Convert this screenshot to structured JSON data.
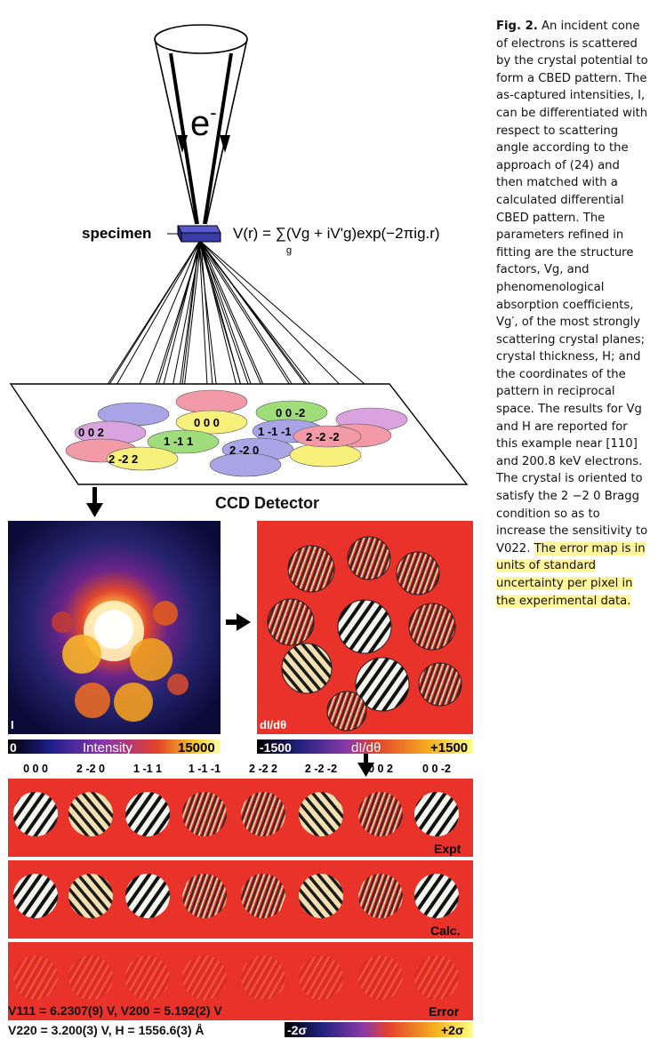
{
  "figure": {
    "electron_label": "e",
    "electron_sup": "-",
    "specimen_label": "specimen",
    "potential_formula": "V(r) = ∑(Vg + iV'g)exp(−2πig.r)",
    "formula_sum_index": "g",
    "detector_label": "CCD Detector",
    "disk_labels": [
      "0 0 0",
      "0 0 2",
      "0 0 -2",
      "1 -1 1",
      "1 -1 -1",
      "2 -2 2",
      "2 -2 0",
      "2 -2 -2"
    ],
    "intensity_panel": {
      "corner": "I",
      "bar_min": "0",
      "bar_label": "Intensity",
      "bar_max": "15000"
    },
    "diff_panel": {
      "corner": "dI/dθ",
      "bar_min": "-1500",
      "bar_label": "dI/dθ",
      "bar_max": "+1500"
    },
    "reflection_headers": [
      "0 0 0",
      "2 -2 0",
      "1 -1 1",
      "1 -1 -1",
      "2 -2 2",
      "2 -2 -2",
      "0 0 2",
      "0 0 -2"
    ],
    "row_labels": [
      "Expt",
      "Calc.",
      "Error"
    ],
    "error_bar": {
      "min": "-2σ",
      "max": "+2σ"
    },
    "results": [
      "V111 = 6.2307(9) V, V200 = 5.192(2) V",
      "V220 = 3.200(3) V, H = 1556.6(3) Å"
    ]
  },
  "caption": {
    "fig_label": "Fig. 2.",
    "text": "An incident cone of electrons is scattered by the crystal potential to form a CBED pattern. The as-captured intensities, I, can be differentiated with respect to scattering angle according to the approach of (24) and then matched with a calculated differential CBED pattern. The parameters refined in fitting are the structure factors, Vg, and phenomenological absorption coefficients, Vg′, of the most strongly scattering crystal planes; crystal thickness, H; and the coordinates of the pattern in reciprocal space. The results for Vg and H are reported for this example near [110] and 200.8 keV electrons. The crystal is oriented to satisfy the 2 −2 0 Bragg condition so as to increase the sensitivity to V022.",
    "highlight": "The error map is in units of standard uncertainty per pixel in the experimental data."
  },
  "colors": {
    "red_bg": "#e8322a",
    "disk_pink": "#f29aa8",
    "disk_purple": "#a8a4e6",
    "disk_yellow": "#f7f07a",
    "disk_green": "#9fdc7a",
    "disk_magenta": "#d9a3df",
    "highlight": "#fff59a"
  }
}
